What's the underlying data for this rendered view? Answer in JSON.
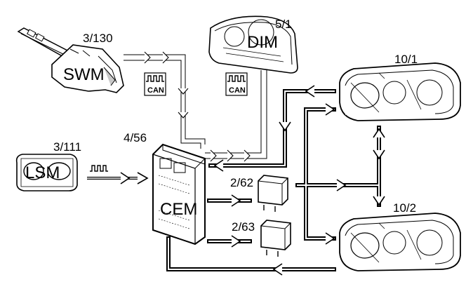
{
  "components": {
    "swm": {
      "ref": "3/130",
      "abbr": "SWM"
    },
    "dim": {
      "ref": "5/1",
      "abbr": "DIM"
    },
    "cem": {
      "ref": "4/56",
      "abbr": "CEM"
    },
    "lsm": {
      "ref": "3/111",
      "abbr": "LSM"
    },
    "relay_1": {
      "ref": "2/62"
    },
    "relay_2": {
      "ref": "2/63"
    },
    "headlamp_right": {
      "ref": "10/1"
    },
    "headlamp_left": {
      "ref": "10/2"
    }
  },
  "signals": {
    "can_badge_1": "CAN",
    "can_badge_2": "CAN"
  },
  "icons": [
    "square-wave-icon",
    "can-bus-icon",
    "flow-arrow-icon"
  ]
}
